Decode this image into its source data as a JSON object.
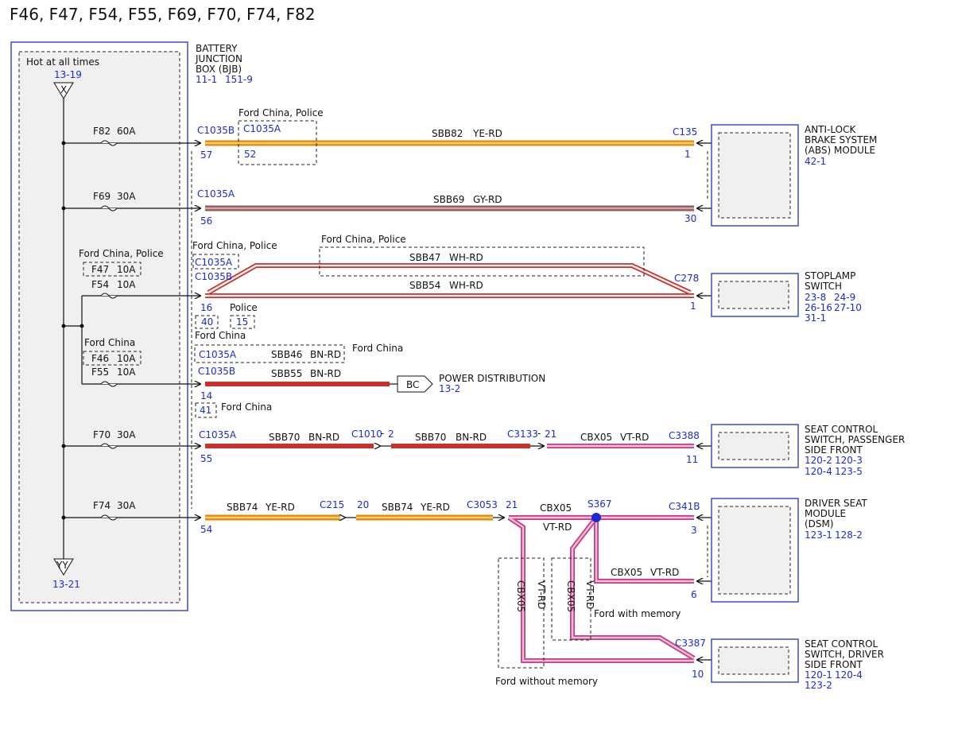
{
  "title": "F46, F47, F54, F55, F69, F70, F74, F82",
  "colors": {
    "ye_rd_1": "#f2b233",
    "ye_rd_2": "#e0841f",
    "gy_rd": "#b6908f",
    "wh_rd": "#f5e6e6",
    "bn_rd": "#c8322a",
    "vt_rd": "#f06bbf",
    "ref": "#1a2bd0",
    "box_border": "#3a4bd0",
    "box_fill": "#f0f0f0"
  },
  "bjb": {
    "label1": "BATTERY",
    "label2": "JUNCTION",
    "label3": "BOX (BJB)",
    "ref1": "11-1",
    "ref2": "151-9",
    "hot": "Hot at all times",
    "top_ref": "13-19",
    "top_conn": "X",
    "bot_conn": "YY",
    "bot_ref": "13-21"
  },
  "fuses": {
    "f82": "F82",
    "f82a": "60A",
    "f69": "F69",
    "f69a": "30A",
    "fcp": "Ford China, Police",
    "f47": "F47",
    "f47a": "10A",
    "f54": "F54",
    "f54a": "10A",
    "fc": "Ford China",
    "f46": "F46",
    "f46a": "10A",
    "f55": "F55",
    "f55a": "10A",
    "f70": "F70",
    "f70a": "30A",
    "f74": "F74",
    "f74a": "30A"
  },
  "row1": {
    "c1": "C1035B",
    "p1": "57",
    "note": "Ford China, Police",
    "c2": "C1035A",
    "p2": "52",
    "circuit": "SBB82",
    "color": "YE-RD",
    "c3": "C135",
    "p3": "1"
  },
  "row2": {
    "c1": "C1035A",
    "p1": "56",
    "circuit": "SBB69",
    "color": "GY-RD",
    "p3": "30"
  },
  "row3": {
    "note1": "Ford China, Police",
    "c1": "C1035A",
    "c2": "C1035B",
    "note2": "Ford China, Police",
    "circuit1": "SBB47",
    "color1": "WH-RD",
    "circuit2": "SBB54",
    "color2": "WH-RD",
    "c3": "C278",
    "p3": "1",
    "p1": "16",
    "police": "Police",
    "p2": "40",
    "p4": "15",
    "fc": "Ford China"
  },
  "row4": {
    "c1": "C1035A",
    "circuit1": "SBB46",
    "color1": "BN-RD",
    "note": "Ford China",
    "c2": "C1035B",
    "circuit2": "SBB55",
    "color2": "BN-RD",
    "dest_conn": "BC",
    "dest": "POWER DISTRIBUTION",
    "dest_ref": "13-2",
    "p1": "14",
    "p2": "41",
    "note2": "Ford China"
  },
  "row5": {
    "c1": "C1035A",
    "p1": "55",
    "circuit1": "SBB70",
    "color1": "BN-RD",
    "c2": "C1010",
    "dash": "-",
    "p2": "2",
    "circuit2": "SBB70",
    "color2": "BN-RD",
    "c3": "C3133",
    "p3": "21",
    "circuit3": "CBX05",
    "color3": "VT-RD",
    "c4": "C3388",
    "p4": "11"
  },
  "row6": {
    "p1": "54",
    "circuit1": "SBB74",
    "color1": "YE-RD",
    "c2": "C215",
    "p2": "20",
    "circuit2": "SBB74",
    "color2": "YE-RD",
    "c3": "C3053",
    "p3": "21",
    "circuit3": "CBX05",
    "color3": "VT-RD",
    "splice": "S367",
    "c4": "C341B",
    "p4": "3",
    "circuit4": "CBX05",
    "color4": "VT-RD",
    "p5": "6",
    "vc1": "CBX05",
    "vc2": "VT-RD",
    "vc3": "CBX05",
    "vc4": "VT-RD",
    "fwm": "Ford with memory",
    "fwom": "Ford without memory",
    "c5": "C3387",
    "p6": "10"
  },
  "modules": {
    "abs": {
      "l1": "ANTI-LOCK",
      "l2": "BRAKE SYSTEM",
      "l3": "(ABS) MODULE",
      "r1": "42-1"
    },
    "stop": {
      "l1": "STOPLAMP",
      "l2": "SWITCH",
      "r1": "23-8",
      "r2": "24-9",
      "r3": "26-16",
      "r4": "27-10",
      "r5": "31-1"
    },
    "scp": {
      "l1": "SEAT CONTROL",
      "l2": "SWITCH, PASSENGER",
      "l3": "SIDE FRONT",
      "r1": "120-2",
      "r2": "120-3",
      "r3": "120-4",
      "r4": "123-5"
    },
    "dsm": {
      "l1": "DRIVER SEAT",
      "l2": "MODULE",
      "l3": "(DSM)",
      "r1": "123-1",
      "r2": "128-2"
    },
    "scd": {
      "l1": "SEAT CONTROL",
      "l2": "SWITCH, DRIVER",
      "l3": "SIDE FRONT",
      "r1": "120-1",
      "r2": "120-4",
      "r3": "123-2"
    }
  }
}
